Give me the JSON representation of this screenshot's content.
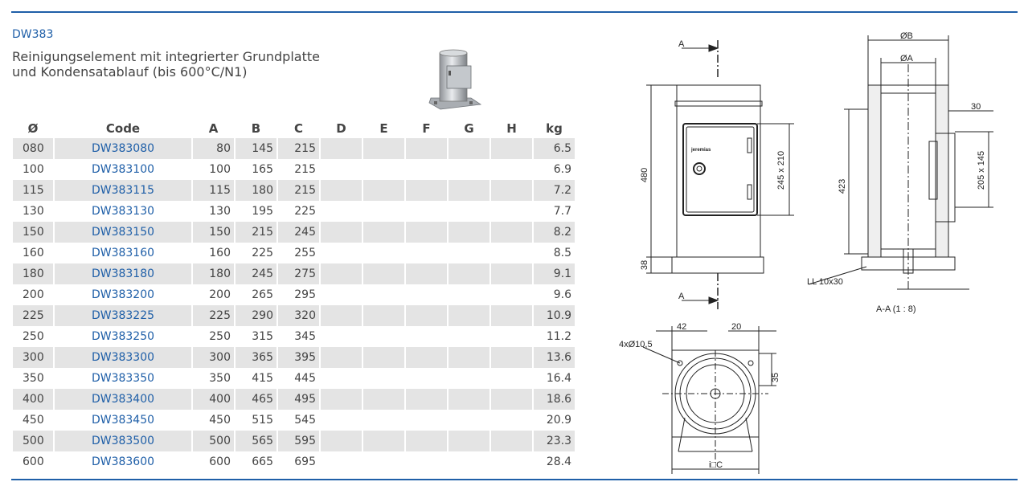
{
  "header": {
    "code": "DW383",
    "description_line1": "Reinigungselement mit integrierter Grundplatte",
    "description_line2": "und Kondensatablauf (bis 600°C/N1)"
  },
  "table": {
    "headers": [
      "Ø",
      "Code",
      "A",
      "B",
      "C",
      "D",
      "E",
      "F",
      "G",
      "H",
      "kg"
    ],
    "rows": [
      [
        "080",
        "DW383080",
        "80",
        "145",
        "215",
        "",
        "",
        "",
        "",
        "",
        "6.5"
      ],
      [
        "100",
        "DW383100",
        "100",
        "165",
        "215",
        "",
        "",
        "",
        "",
        "",
        "6.9"
      ],
      [
        "115",
        "DW383115",
        "115",
        "180",
        "215",
        "",
        "",
        "",
        "",
        "",
        "7.2"
      ],
      [
        "130",
        "DW383130",
        "130",
        "195",
        "225",
        "",
        "",
        "",
        "",
        "",
        "7.7"
      ],
      [
        "150",
        "DW383150",
        "150",
        "215",
        "245",
        "",
        "",
        "",
        "",
        "",
        "8.2"
      ],
      [
        "160",
        "DW383160",
        "160",
        "225",
        "255",
        "",
        "",
        "",
        "",
        "",
        "8.5"
      ],
      [
        "180",
        "DW383180",
        "180",
        "245",
        "275",
        "",
        "",
        "",
        "",
        "",
        "9.1"
      ],
      [
        "200",
        "DW383200",
        "200",
        "265",
        "295",
        "",
        "",
        "",
        "",
        "",
        "9.6"
      ],
      [
        "225",
        "DW383225",
        "225",
        "290",
        "320",
        "",
        "",
        "",
        "",
        "",
        "10.9"
      ],
      [
        "250",
        "DW383250",
        "250",
        "315",
        "345",
        "",
        "",
        "",
        "",
        "",
        "11.2"
      ],
      [
        "300",
        "DW383300",
        "300",
        "365",
        "395",
        "",
        "",
        "",
        "",
        "",
        "13.6"
      ],
      [
        "350",
        "DW383350",
        "350",
        "415",
        "445",
        "",
        "",
        "",
        "",
        "",
        "16.4"
      ],
      [
        "400",
        "DW383400",
        "400",
        "465",
        "495",
        "",
        "",
        "",
        "",
        "",
        "18.6"
      ],
      [
        "450",
        "DW383450",
        "450",
        "515",
        "545",
        "",
        "",
        "",
        "",
        "",
        "20.9"
      ],
      [
        "500",
        "DW383500",
        "500",
        "565",
        "595",
        "",
        "",
        "",
        "",
        "",
        "23.3"
      ],
      [
        "600",
        "DW383600",
        "600",
        "665",
        "695",
        "",
        "",
        "",
        "",
        "",
        "28.4"
      ]
    ]
  },
  "drawing": {
    "section_mark_top": "A",
    "section_mark_bottom": "A",
    "dim_height": "480",
    "dim_base": "38",
    "dim_door": "245 x 210",
    "brand": "jeremias",
    "dim_ob": "ØB",
    "dim_oa": "ØA",
    "dim_30": "30",
    "dim_423": "423",
    "dim_opening": "205 x 145",
    "label_ll": "LL 10x30",
    "section_label": "A-A (1 : 8)",
    "dim_42": "42",
    "dim_20": "20",
    "dim_holes": "4xØ10,5",
    "dim_35": "35",
    "dim_c": "i□C"
  },
  "colors": {
    "accent": "#1f5fa8",
    "row_shade": "#e4e4e4"
  }
}
